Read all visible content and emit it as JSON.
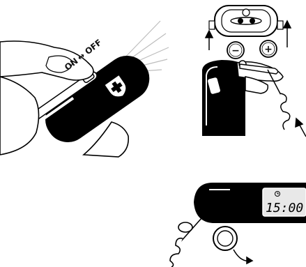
{
  "panel_switch": {
    "on_label": "ON",
    "off_label": "OFF",
    "arrow_symbol": "↔"
  },
  "panel_battery": {
    "minus_symbol": "−",
    "plus_symbol": "+"
  },
  "panel_clock": {
    "display_time": "15:00"
  },
  "colors": {
    "ink": "#000000",
    "paper": "#ffffff",
    "display_bg": "#e8e8e8",
    "ray": "#bdbdbd"
  }
}
